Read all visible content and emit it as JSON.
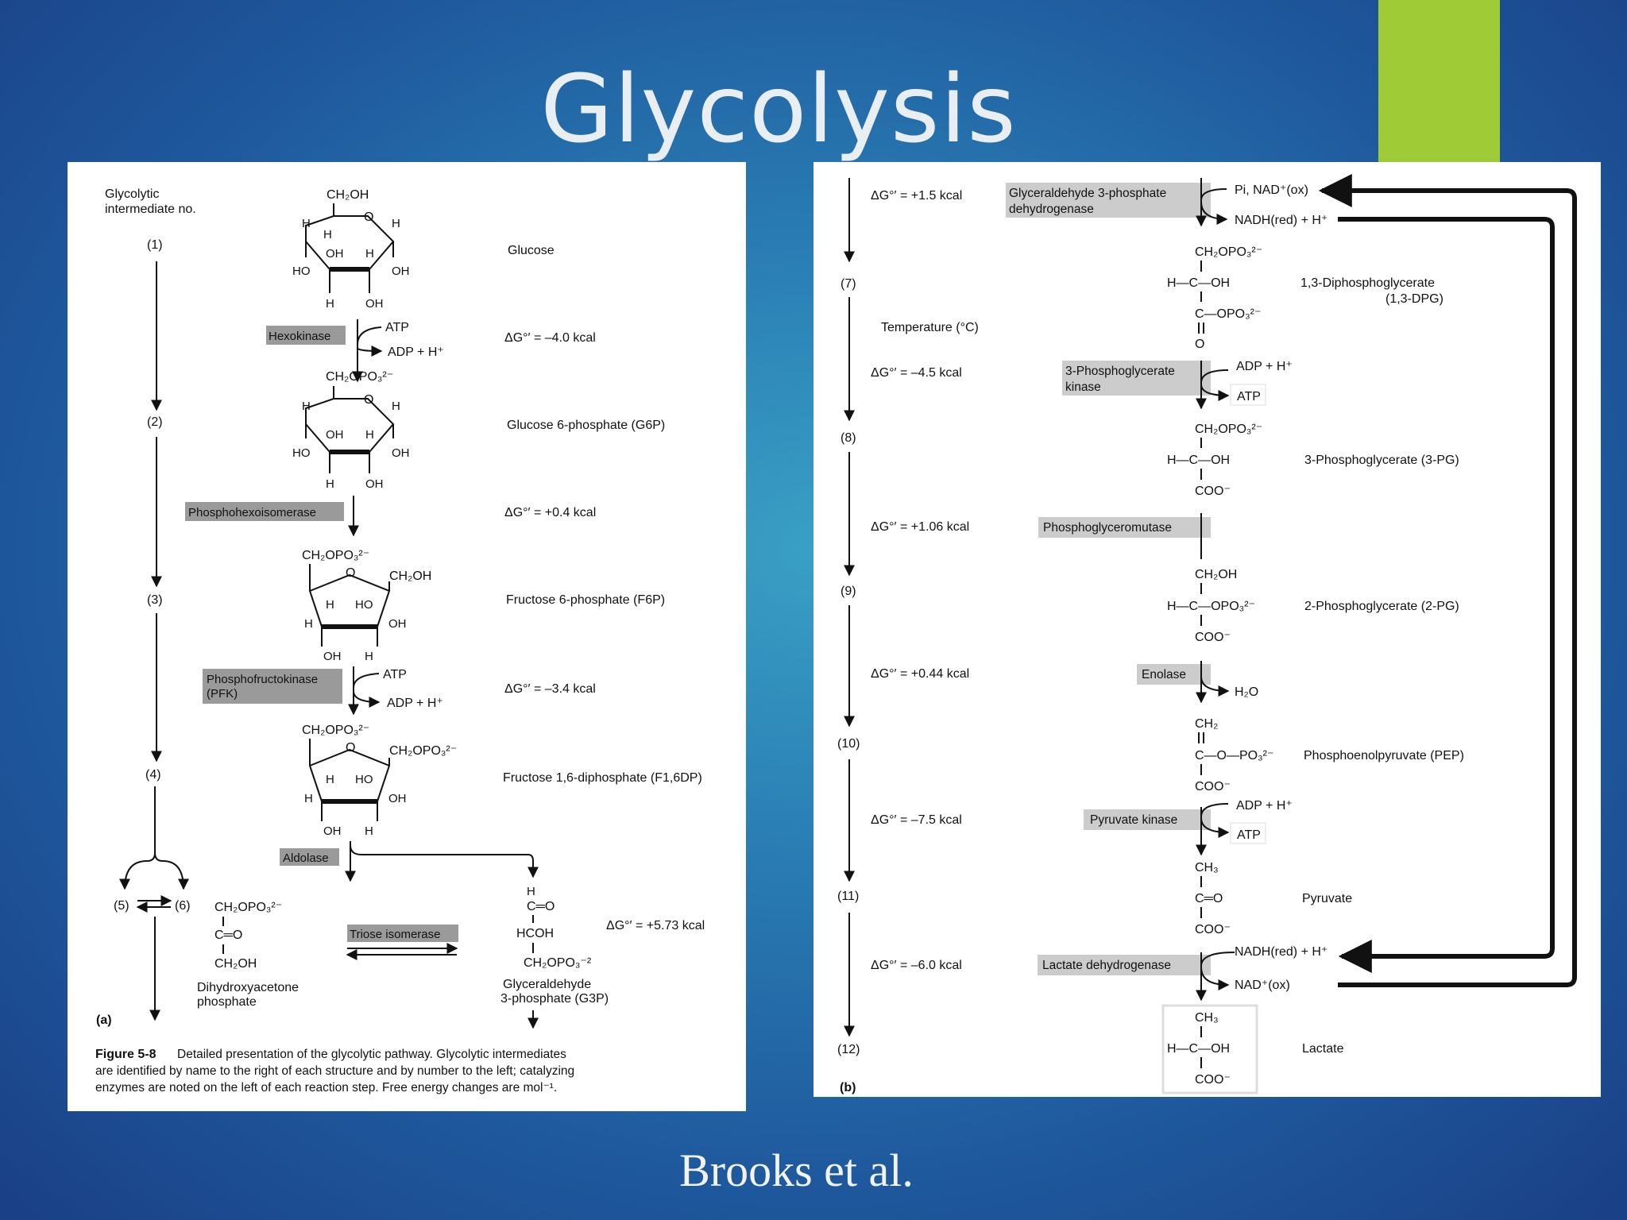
{
  "slide": {
    "title": "Glycolysis",
    "citation": "Brooks et al."
  },
  "panel_a": {
    "header": [
      "Glycolytic",
      "intermediate no."
    ],
    "step_numbers": [
      "(1)",
      "(2)",
      "(3)",
      "(4)",
      "(5)",
      "(6)"
    ],
    "compounds": {
      "glucose": "Glucose",
      "g6p": "Glucose 6-phosphate (G6P)",
      "f6p": "Fructose 6-phosphate (F6P)",
      "f16dp": "Fructose 1,6-diphosphate (F1,6DP)",
      "dhap": [
        "Dihydroxyacetone",
        "phosphate"
      ],
      "g3p": [
        "Glyceraldehyde",
        "3-phosphate (G3P)"
      ]
    },
    "enzymes": {
      "hexokinase": "Hexokinase",
      "phosphohexoisomerase": "Phosphohexoisomerase",
      "pfk": [
        "Phosphofructokinase",
        "(PFK)"
      ],
      "aldolase": "Aldolase",
      "triose_isomerase": "Triose isomerase"
    },
    "delta_g": {
      "step1": "ΔG°′ = –4.0 kcal",
      "step2": "ΔG°′ = +0.4 kcal",
      "step3": "ΔG°′ = –3.4 kcal",
      "step5": "ΔG°′ = +5.73 kcal"
    },
    "cofactors": {
      "atp": "ATP",
      "adp": "ADP + H⁺"
    },
    "panel_label": "(a)",
    "caption": {
      "figure": "Figure 5-8",
      "lines": [
        "Detailed presentation of the glycolytic pathway. Glycolytic intermediates",
        "are identified by name to the right of each structure and by number to the left; catalyzing",
        "enzymes are noted on the left of each reaction step. Free energy changes are mol⁻¹."
      ]
    }
  },
  "panel_b": {
    "step_numbers": [
      "(7)",
      "(8)",
      "(9)",
      "(10)",
      "(11)",
      "(12)"
    ],
    "extra_label": "Temperature (°C)",
    "compounds": {
      "dpg": [
        "1,3-Diphosphoglycerate",
        "(1,3-DPG)"
      ],
      "pg3": "3-Phosphoglycerate (3-PG)",
      "pg2": "2-Phosphoglycerate (2-PG)",
      "pep": "Phosphoenolpyruvate (PEP)",
      "pyruvate": "Pyruvate",
      "lactate": "Lactate"
    },
    "enzymes": {
      "g3pdh": [
        "Glyceraldehyde 3-phosphate",
        "dehydrogenase"
      ],
      "pgk": [
        "3-Phosphoglycerate",
        "kinase"
      ],
      "pgm": "Phosphoglyceromutase",
      "enolase": "Enolase",
      "pk": "Pyruvate kinase",
      "ldh": "Lactate dehydrogenase"
    },
    "delta_g": {
      "step6": "ΔG°′ = +1.5 kcal",
      "step7": "ΔG°′ = –4.5 kcal",
      "step8": "ΔG°′ = +1.06 kcal",
      "step9": "ΔG°′ = +0.44 kcal",
      "step10": "ΔG°′ = –7.5 kcal",
      "step11": "ΔG°′ = –6.0 kcal"
    },
    "cofactors": {
      "pi_nad": "Pi, NAD⁺(ox)",
      "nadh": "NADH(red) + H⁺",
      "adp": "ADP + H⁺",
      "atp": "ATP",
      "h2o": "H₂O",
      "nad": "NAD⁺(ox)"
    },
    "panel_label": "(b)"
  }
}
